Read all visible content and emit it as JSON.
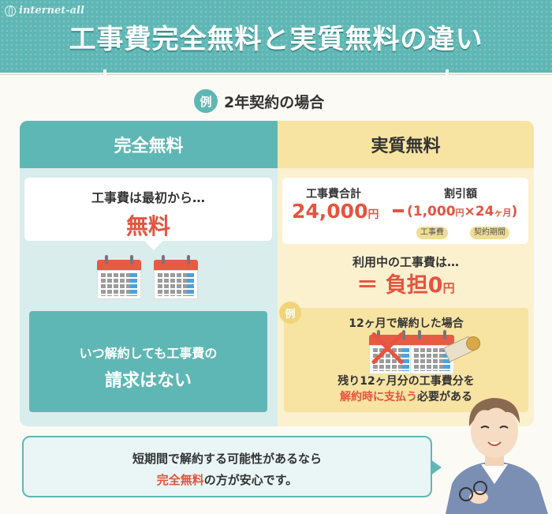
{
  "logo": {
    "text": "internet-all"
  },
  "header": {
    "title": "工事費完全無料と実質無料の違い"
  },
  "example": {
    "badge": "例",
    "text": "2年契約の場合"
  },
  "left": {
    "heading": "完全無料",
    "bubble_line1": "工事費は最初から…",
    "bubble_line2": "無料",
    "box_line1": "いつ解約しても工事費の",
    "box_line2": "請求はない"
  },
  "right": {
    "heading": "実質無料",
    "label_total": "工事費合計",
    "label_discount": "割引額",
    "total_value": "24,000",
    "total_unit": "円",
    "formula_open": "(1,000",
    "formula_unit": "円",
    "formula_times": "×24",
    "formula_month": "ヶ月",
    "formula_close": ")",
    "tag1": "工事費",
    "tag2": "契約期間",
    "usage_line": "利用中の工事費は…",
    "burden_eq": "＝ 負担0",
    "burden_unit": "円",
    "inner": {
      "badge": "例",
      "title": "12ヶ月で解約した場合",
      "line1": "残り12ヶ月分の工事費分を",
      "line2_red": "解約時に支払う",
      "line2_rest": "必要がある"
    }
  },
  "speech": {
    "line1": "短期間で解約する可能性があるなら",
    "line2_red": "完全無料",
    "line2_rest": "の方が安心です。"
  },
  "colors": {
    "teal": "#5fb7b5",
    "yellow": "#f7e3a2",
    "red": "#e6533f"
  }
}
